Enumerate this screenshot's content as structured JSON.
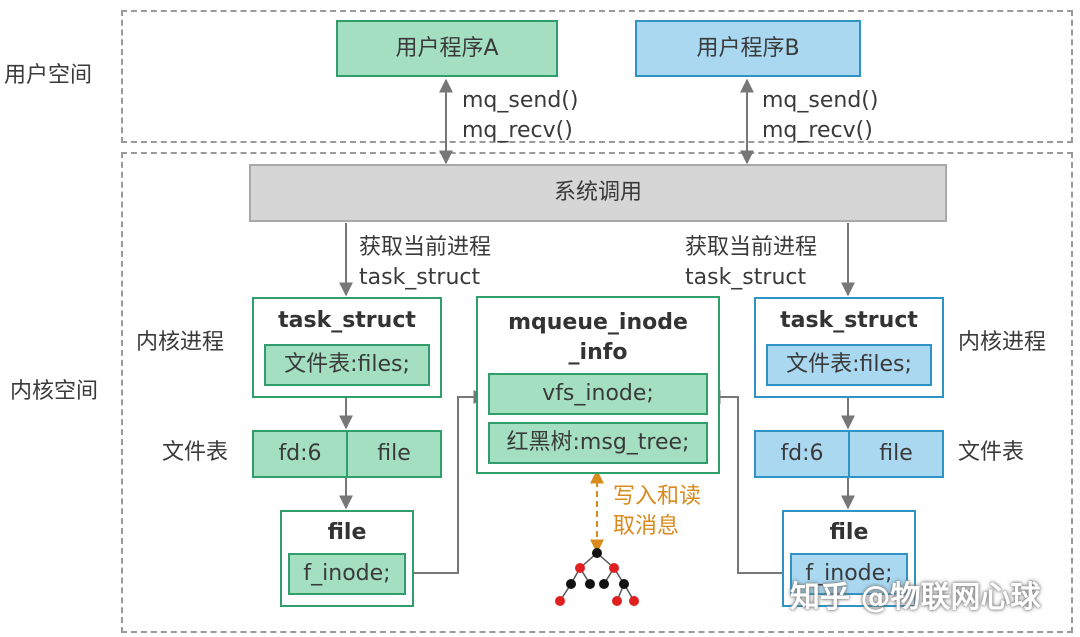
{
  "regions": {
    "user_space": "用户空间",
    "kernel_space": "内核空间"
  },
  "programs": {
    "a": "用户程序A",
    "b": "用户程序B"
  },
  "api_calls": {
    "a": [
      "mq_send()",
      "mq_recv()"
    ],
    "b": [
      "mq_send()",
      "mq_recv()"
    ]
  },
  "syscall": "系统调用",
  "get_process": {
    "left": [
      "获取当前进程",
      "task_struct"
    ],
    "right": [
      "获取当前进程",
      "task_struct"
    ]
  },
  "left_column": {
    "process_label": "内核进程",
    "task_title": "task_struct",
    "task_field": "文件表:files;",
    "table_label": "文件表",
    "fd": "fd:6",
    "file_cell": "file",
    "file_title": "file",
    "file_field": "f_inode;"
  },
  "right_column": {
    "process_label": "内核进程",
    "task_title": "task_struct",
    "task_field": "文件表:files;",
    "table_label": "文件表",
    "fd": "fd:6",
    "file_cell": "file",
    "file_title": "file",
    "file_field": "f_inode;"
  },
  "mqueue": {
    "title_line1": "mqueue_inode",
    "title_line2": "_info",
    "field1": "vfs_inode;",
    "field2": "红黑树:msg_tree;"
  },
  "rw_label": [
    "写入和读",
    "取消息"
  ],
  "watermark": "知乎 @物联网心球",
  "colors": {
    "green_fill": "#a3dfc0",
    "green_border": "#2f9e6a",
    "blue_fill": "#a9d8f0",
    "blue_border": "#2f93c6",
    "syscall_fill": "#d6d6d6",
    "orange": "#d98a1c",
    "tree_red": "#e02020",
    "tree_black": "#111111"
  }
}
